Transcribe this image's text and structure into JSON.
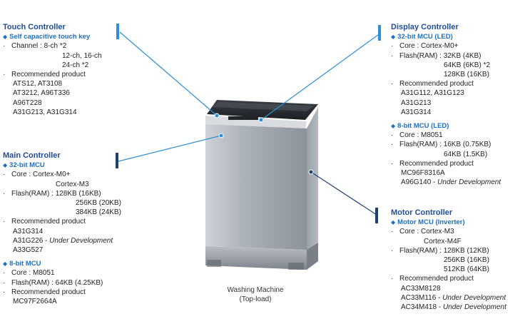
{
  "touch": {
    "title": "Touch Controller",
    "subtitle": "Self capacitive touch key",
    "channel_label": "Channel :",
    "channel_1": "8-ch *2",
    "channel_2": "12-ch, 16-ch",
    "channel_3": "24-ch *2",
    "recommended": "Recommended product",
    "prod_1": "ATS12, AT3108",
    "prod_2": "AT3212, A96T336",
    "prod_3": "A96T228",
    "prod_4": "A31G213, A31G314"
  },
  "main": {
    "title": "Main Controller",
    "mcu32": {
      "subtitle": "32-bit MCU",
      "core_label": "Core  :",
      "core_1": "Cortex-M0+",
      "core_2": "Cortex-M3",
      "flash_label": "Flash(RAM) :",
      "flash_1": "128KB (16KB)",
      "flash_2": "256KB (20KB)",
      "flash_3": "384KB (24KB)",
      "recommended": "Recommended product",
      "prod_1": "A31G314",
      "prod_2": "A31G226",
      "prod_2_sep": "-",
      "prod_2_note": "Under Development",
      "prod_3": "A33G527"
    },
    "mcu8": {
      "subtitle": "8-bit MCU",
      "core": "Core  : M8051",
      "flash": "Flash(RAM) : 64KB (4.25KB)",
      "recommended": "Recommended product",
      "prod_1": "MC97F2664A"
    }
  },
  "display": {
    "title": "Display Controller",
    "mcu32": {
      "subtitle": "32-bit MCU (LED)",
      "core": "Core  : Cortex-M0+",
      "flash_label": "Flash(RAM) :",
      "flash_1": "32KB (4KB)",
      "flash_2": "64KB (6KB) *2",
      "flash_3": "128KB (16KB)",
      "recommended": "Recommended product",
      "prod_1": "A31G112, A31G123",
      "prod_2": "A31G213",
      "prod_3": "A31G314"
    },
    "mcu8": {
      "subtitle": "8-bit MCU (LED)",
      "core": "Core  : M8051",
      "flash_label": "Flash(RAM) :",
      "flash_1": "16KB (0.75KB)",
      "flash_2": "64KB (1.5KB)",
      "recommended": "Recommended product",
      "prod_1": "MC96F8316A",
      "prod_2": "A96G140",
      "prod_2_sep": "-",
      "prod_2_note": "Under Development"
    }
  },
  "motor": {
    "title": "Motor Controller",
    "subtitle": "Motor MCU (Inverter)",
    "core_label": "Core  :",
    "core_1": "Cortex-M3",
    "core_2": "Cortex-M4F",
    "flash_label": "Flash(RAM) :",
    "flash_1": "128KB (12KB)",
    "flash_2": "256KB (16KB)",
    "flash_3": "512KB (64KB)",
    "recommended": "Recommended product",
    "prod_1": "AC33M8128",
    "prod_2": "AC33M116",
    "prod_2_sep": "-",
    "prod_2_note": "Under Development",
    "prod_3": "AC34M418",
    "prod_3_sep": "-",
    "prod_3_note": "Under Development"
  },
  "caption": {
    "line_1": "Washing Machine",
    "line_2": "(Top-load)"
  },
  "colors": {
    "title": "#1f4e9a",
    "subtitle": "#1f6fbf",
    "accent_light": "#2e8fd6",
    "accent_dark": "#1f3f73"
  },
  "icons": [
    "bullet-dot-icon",
    "diamond-bullet-icon"
  ]
}
